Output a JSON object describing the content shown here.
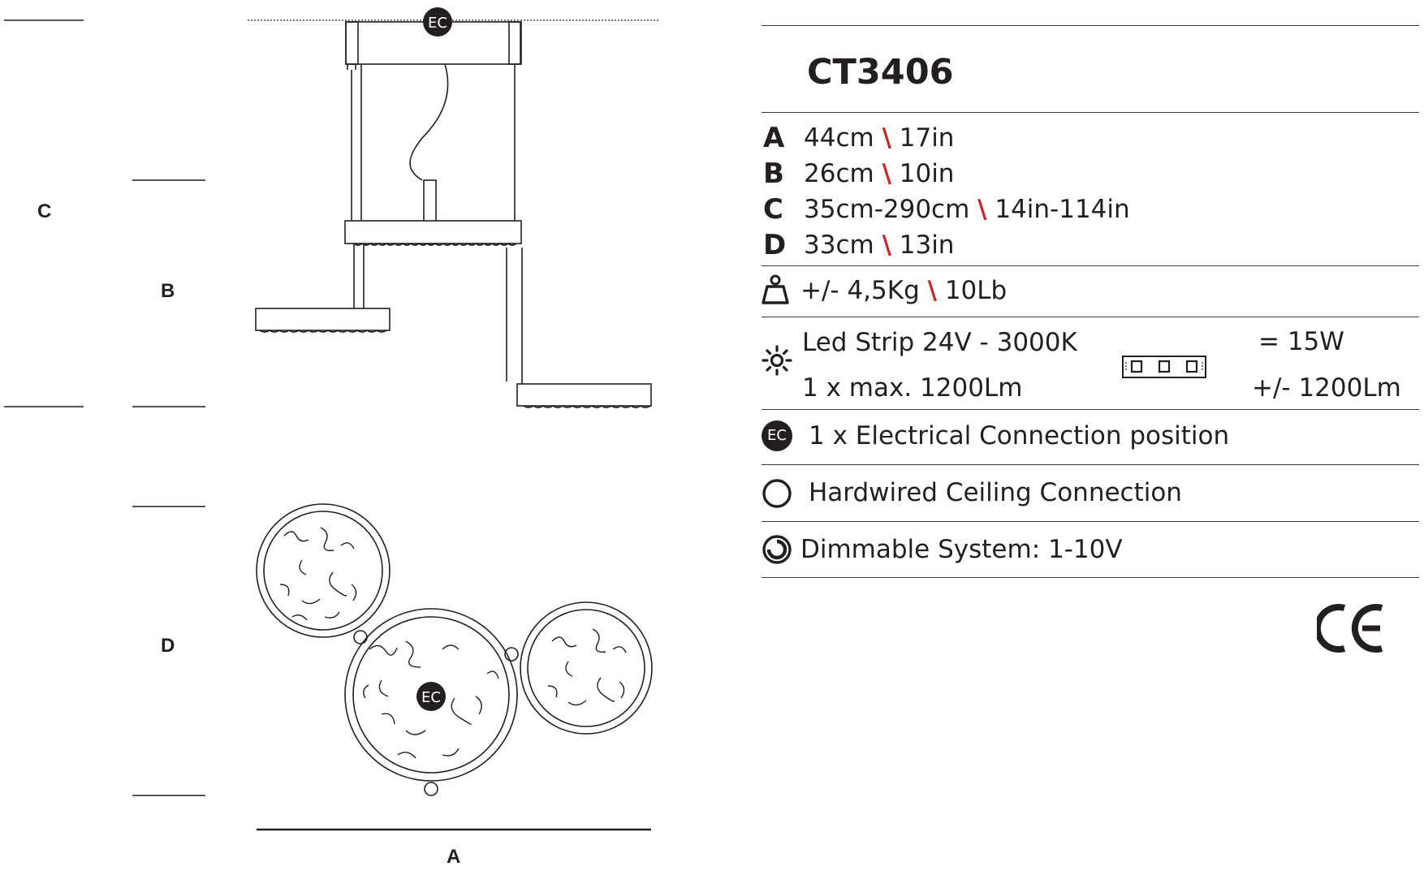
{
  "title": "CT3406",
  "drawing_labels": {
    "c": "C",
    "b": "B",
    "d": "D",
    "a": "A",
    "ec": "EC"
  },
  "dimensions": [
    {
      "letter": "A",
      "metric": "44cm",
      "sep": "\\",
      "imperial": "17in"
    },
    {
      "letter": "B",
      "metric": "26cm",
      "sep": "\\",
      "imperial": "10in"
    },
    {
      "letter": "C",
      "metric": "35cm-290cm",
      "sep": "\\",
      "imperial": "14in-114in"
    },
    {
      "letter": "D",
      "metric": "33cm",
      "sep": "\\",
      "imperial": "13in"
    }
  ],
  "weight": {
    "icon": "weight-icon",
    "metric": "+/- 4,5Kg",
    "sep": "\\",
    "imperial": "10Lb"
  },
  "light": {
    "icon": "sun-icon",
    "source": "Led Strip 24V -  3000K",
    "count": "1 x max. 1200Lm",
    "power": "= 15W",
    "lumen": "+/- 1200Lm",
    "strip_icon": "led-strip-icon"
  },
  "connection": {
    "badge": "EC",
    "text": "1 x Electrical Connection position"
  },
  "hardwired": {
    "icon": "ring-icon",
    "text": "Hardwired Ceiling Connection"
  },
  "dimmable": {
    "icon": "dimmer-icon",
    "text": "Dimmable System: 1-10V"
  },
  "certification": {
    "icon": "ce-mark-icon"
  },
  "colors": {
    "line": "#231f20",
    "separator": "#c62828"
  }
}
